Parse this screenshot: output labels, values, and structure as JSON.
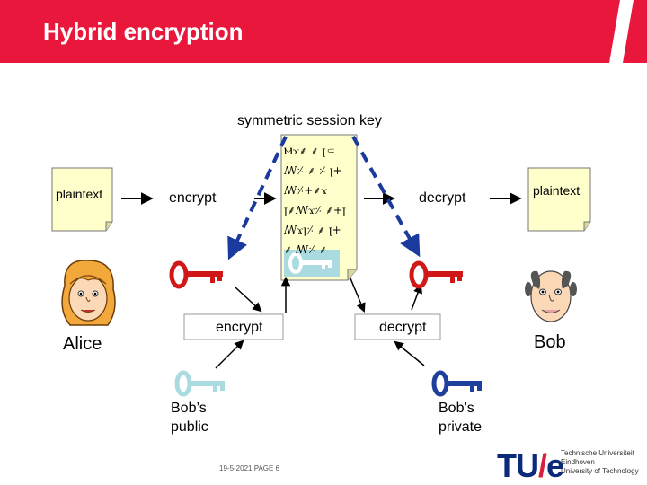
{
  "header": {
    "title": "Hybrid encryption"
  },
  "diagram": {
    "session_key_label": "symmetric session key",
    "plaintext_left": "plaintext",
    "plaintext_right": "plaintext",
    "encrypt_top": "encrypt",
    "decrypt_top": "decrypt",
    "ciphertext_lines": [
      "Ⲙϫ⸙ ⸙ ꞁ⸦",
      "ꟿ⸓ ⸙ ⸓ ꞁ+",
      "ꟿ⸓+⸙ϫ",
      "ꞁ⸙ꟿϫ⸓ ⸙+ꞁ",
      "ꟿϫꞁ⸓ ⸙ ꞁ+",
      "⸙ ꟿ⸓ ⸙"
    ],
    "encrypt_bottom": "encrypt",
    "decrypt_bottom": "decrypt",
    "alice_label": "Alice",
    "bob_label": "Bob",
    "bob_public": "Bob’s\npublic",
    "bob_private": "Bob’s\nprivate"
  },
  "footer": {
    "date_page": "19-5-2021   PAGE 6"
  },
  "logo": {
    "mark_left": "TU",
    "mark_slash": "/",
    "mark_right": "e",
    "lines": [
      "Technische Universiteit",
      "Eindhoven",
      "University of Technology"
    ]
  },
  "colors": {
    "header": "#e8173b",
    "arrow_dashed": "#1b3a9e",
    "key_red": "#d01818",
    "key_blue": "#1e3f9c",
    "key_light": "#a9dbe0"
  }
}
